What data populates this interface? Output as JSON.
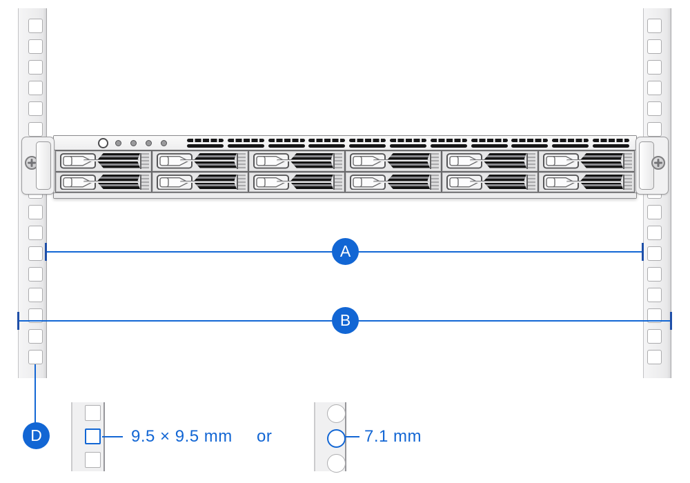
{
  "colors": {
    "accent": "#1266d4",
    "tick": "#1f4fa8"
  },
  "labels": {
    "a": "A",
    "b": "B",
    "d": "D"
  },
  "legend": {
    "square_label": "9.5 × 9.5 mm",
    "or_label": "or",
    "round_label": "7.1 mm",
    "square_fragment": {
      "hole_count": 3
    },
    "round_fragment": {
      "hole_count": 3
    }
  },
  "rails": {
    "hole_count": 17
  },
  "server": {
    "drive_bay_count": 12,
    "drive_rows": 2,
    "drive_cols": 6,
    "led_count": 4,
    "vent_group_count": 11
  }
}
